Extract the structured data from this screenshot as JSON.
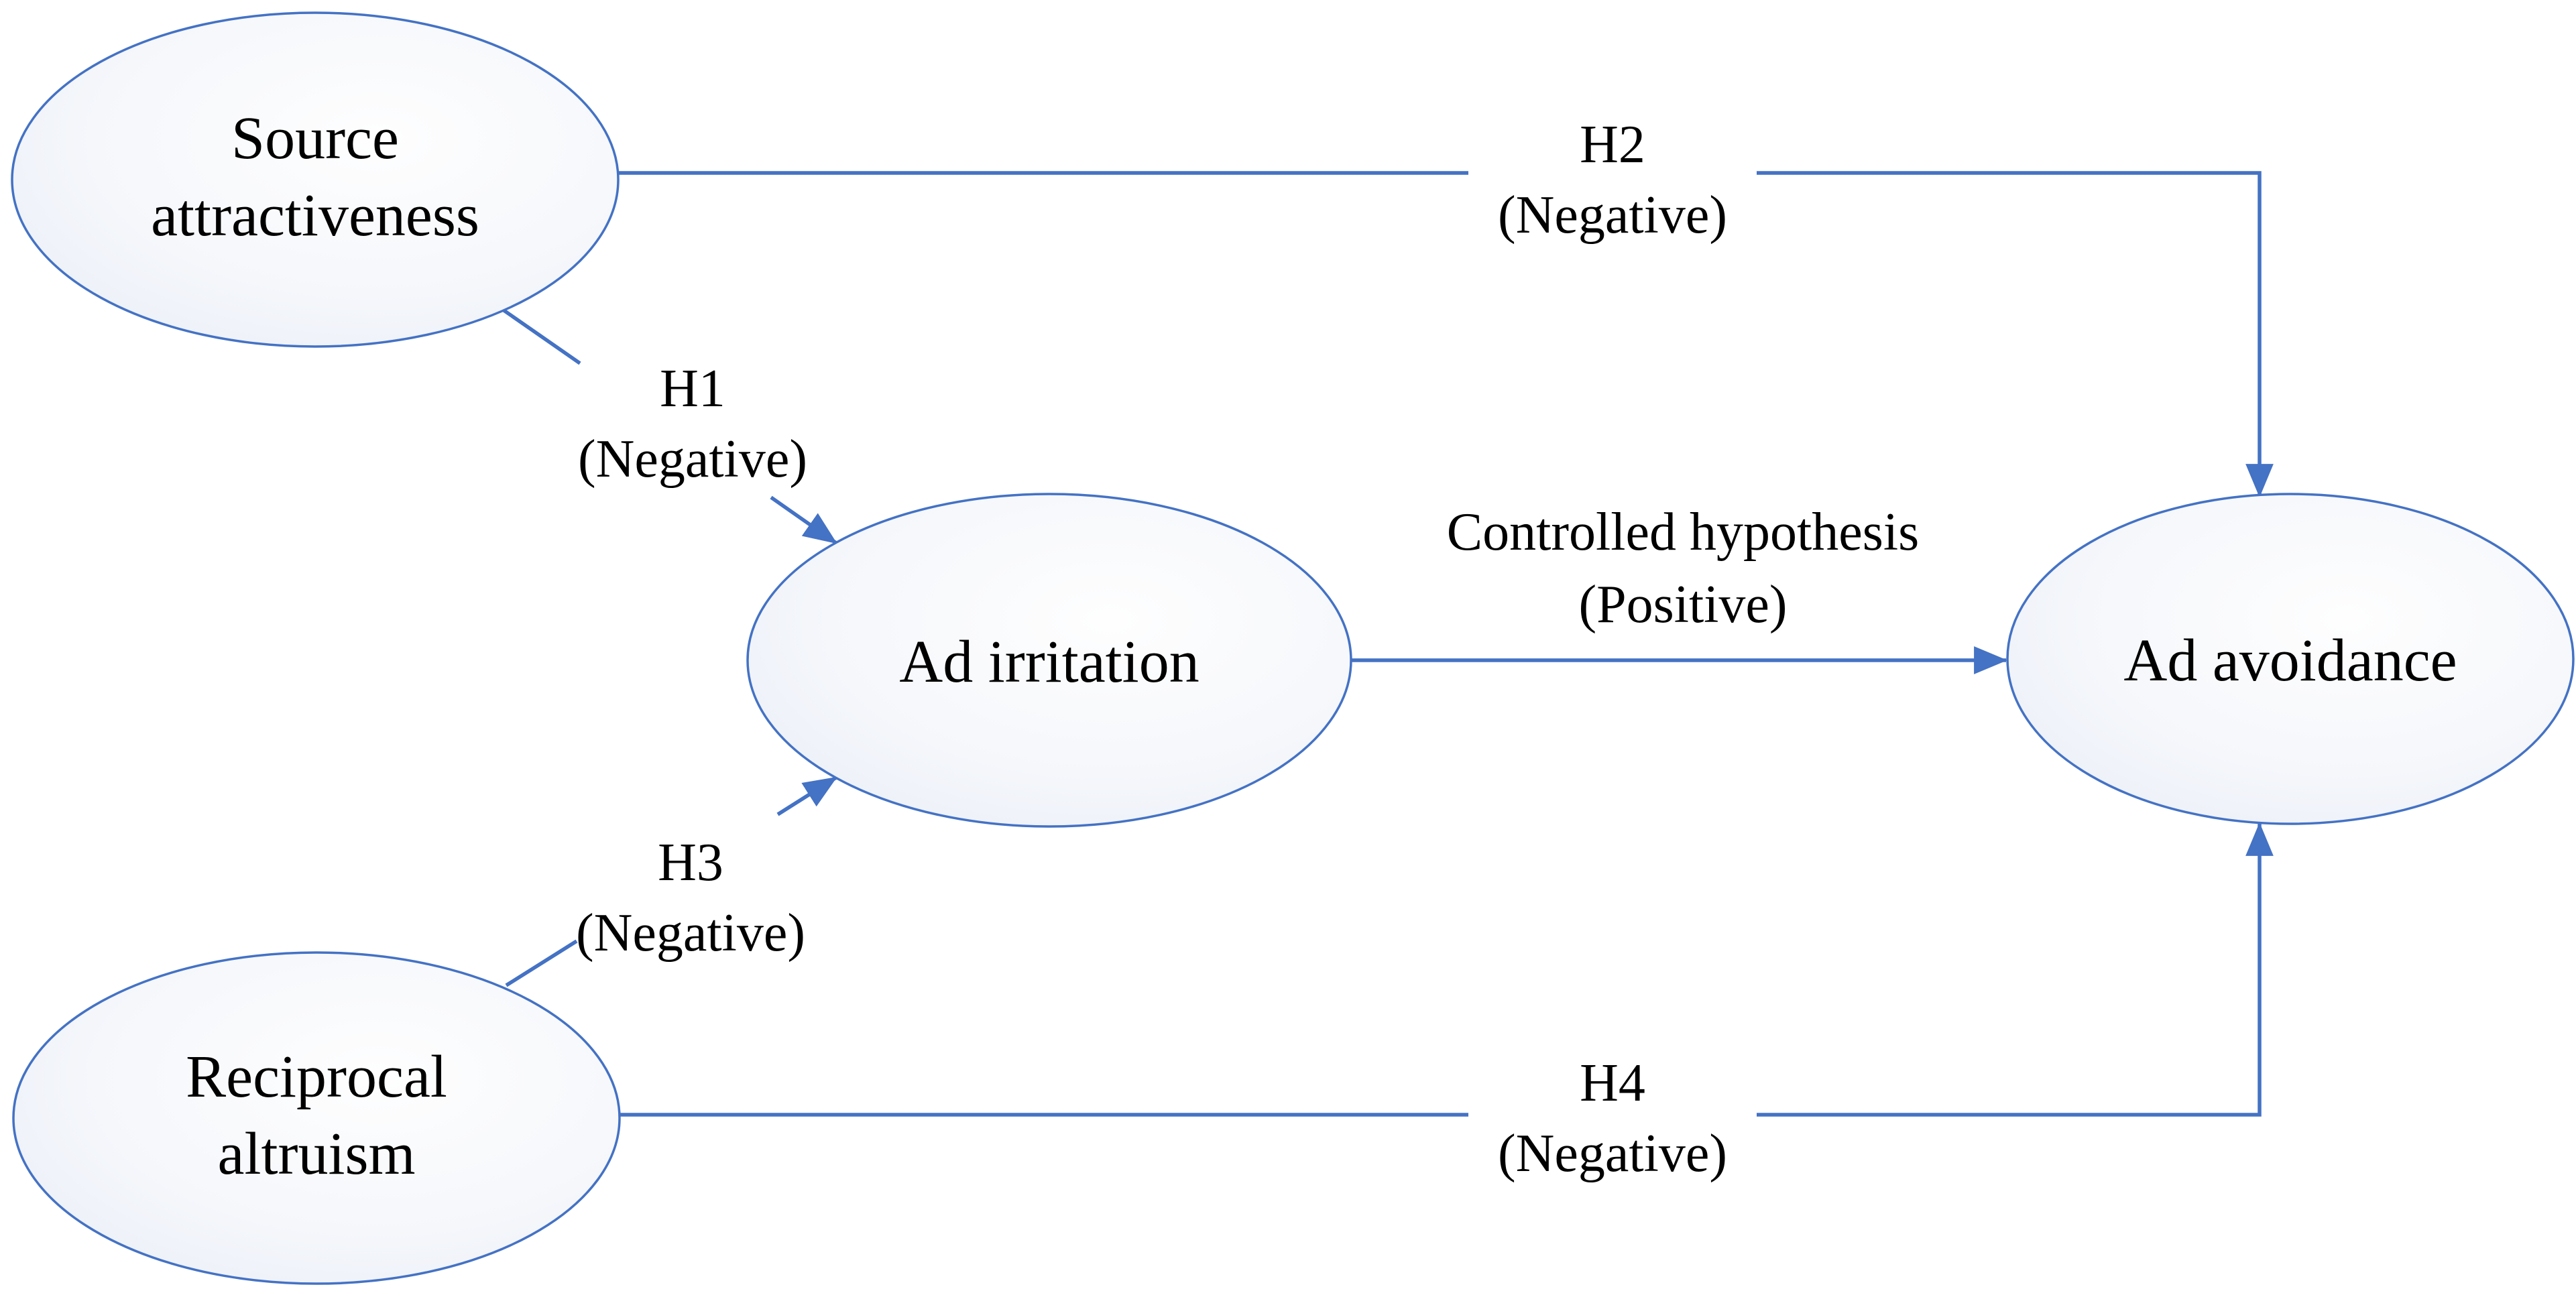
{
  "figure": {
    "type": "conceptual-model-diagram",
    "background_color": "#ffffff",
    "accent_color": "#4472C4",
    "node_fill_center": "#fefefe",
    "node_fill_edge": "#e7ecf6",
    "text_color": "#000000"
  },
  "nodes": {
    "source_attractiveness": {
      "line1": "Source",
      "line2": "attractiveness"
    },
    "reciprocal_altruism": {
      "line1": "Reciprocal",
      "line2": "altruism"
    },
    "ad_irritation": {
      "label": "Ad irritation"
    },
    "ad_avoidance": {
      "label": "Ad avoidance"
    }
  },
  "edges": {
    "h1": {
      "label": "H1",
      "valence": "(Negative)",
      "from": "Source attractiveness",
      "to": "Ad irritation"
    },
    "h2": {
      "label": "H2",
      "valence": "(Negative)",
      "from": "Source attractiveness",
      "to": "Ad avoidance"
    },
    "h3": {
      "label": "H3",
      "valence": "(Negative)",
      "from": "Reciprocal altruism",
      "to": "Ad irritation"
    },
    "h4": {
      "label": "H4",
      "valence": "(Negative)",
      "from": "Reciprocal altruism",
      "to": "Ad avoidance"
    },
    "controlled": {
      "label": "Controlled hypothesis",
      "valence": "(Positive)",
      "from": "Ad irritation",
      "to": "Ad avoidance"
    }
  }
}
